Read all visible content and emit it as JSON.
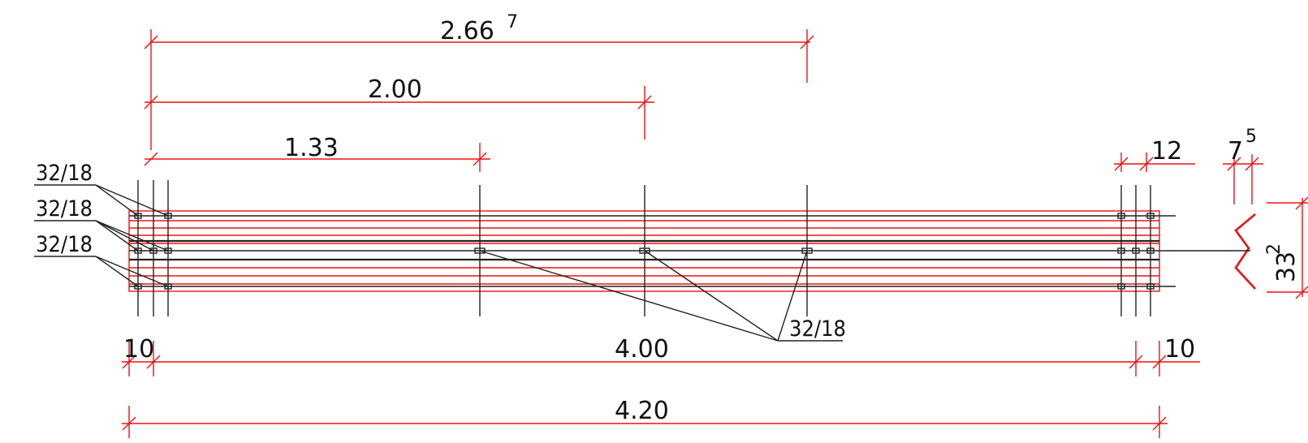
{
  "colors": {
    "dimension": "#ee1111",
    "geometry": "#222222",
    "text": "#111111"
  },
  "dimensions": {
    "top_1": {
      "value": "2.66",
      "sup": "7"
    },
    "top_2": {
      "value": "2.00"
    },
    "top_3": {
      "value": "1.33"
    },
    "right_a": {
      "value": "12"
    },
    "right_b": {
      "value": "7",
      "sup": "5"
    },
    "profile_height": {
      "value": "33",
      "sup": "2"
    },
    "bottom_left": {
      "value": "10"
    },
    "bottom_span": {
      "value": "4.00"
    },
    "bottom_right": {
      "value": "10"
    },
    "overall": {
      "value": "4.20"
    }
  },
  "labels": {
    "left_top": "32/18",
    "left_mid": "32/18",
    "left_bot": "32/18",
    "bottom_center": "32/18"
  }
}
